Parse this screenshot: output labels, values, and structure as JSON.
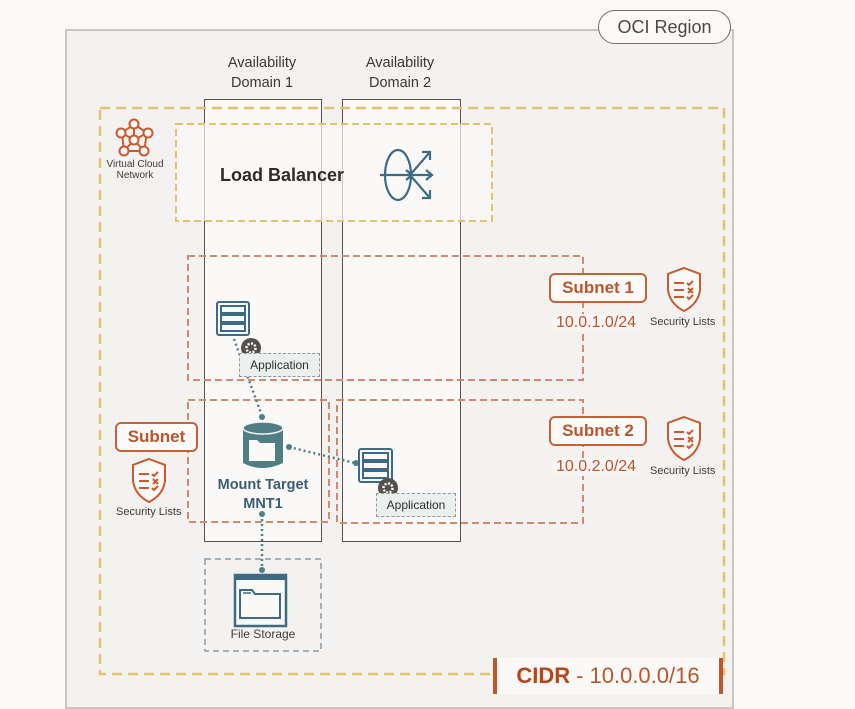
{
  "region": {
    "label": "OCI Region"
  },
  "vcn": {
    "label_line1": "Virtual Cloud",
    "label_line2": "Network",
    "cidr_label": "CIDR",
    "cidr_sep": "-",
    "cidr_value": "10.0.0.0/16"
  },
  "availability_domains": [
    {
      "line1": "Availability",
      "line2": "Domain 1"
    },
    {
      "line1": "Availability",
      "line2": "Domain 2"
    }
  ],
  "load_balancer": {
    "label": "Load Balancer"
  },
  "subnets": [
    {
      "name": "Subnet 1",
      "cidr": "10.0.1.0/24",
      "security": "Security Lists"
    },
    {
      "name": "Subnet 2",
      "cidr": "10.0.2.0/24",
      "security": "Security Lists"
    },
    {
      "name": "Subnet",
      "security": "Security Lists"
    }
  ],
  "applications": [
    {
      "label": "Application"
    },
    {
      "label": "Application"
    }
  ],
  "mount_target": {
    "line1": "Mount Target",
    "line2": "MNT1"
  },
  "file_storage": {
    "label": "File Storage"
  },
  "colors": {
    "accent": "#c26339",
    "vcn_border": "#e6c06a",
    "icon_blue": "#3d6b85",
    "teal": "#4f7f85"
  }
}
